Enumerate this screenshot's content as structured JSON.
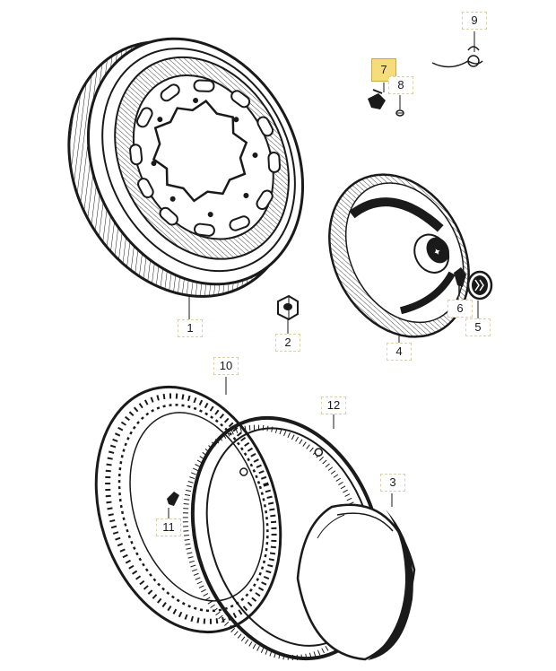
{
  "diagram": {
    "colors": {
      "line": "#1a1a1a",
      "highlight": "#f6dc7a",
      "label_border": "#d9d1a8"
    },
    "callouts": [
      {
        "id": "1",
        "text": "1",
        "highlighted": false
      },
      {
        "id": "2",
        "text": "2",
        "highlighted": false
      },
      {
        "id": "3",
        "text": "3",
        "highlighted": false
      },
      {
        "id": "4",
        "text": "4",
        "highlighted": false
      },
      {
        "id": "5",
        "text": "5",
        "highlighted": false
      },
      {
        "id": "6",
        "text": "6",
        "highlighted": false
      },
      {
        "id": "7",
        "text": "7",
        "highlighted": true
      },
      {
        "id": "8",
        "text": "8",
        "highlighted": false
      },
      {
        "id": "9",
        "text": "9",
        "highlighted": false
      },
      {
        "id": "10",
        "text": "10",
        "highlighted": false
      },
      {
        "id": "11",
        "text": "11",
        "highlighted": false
      },
      {
        "id": "12",
        "text": "12",
        "highlighted": false
      }
    ]
  }
}
